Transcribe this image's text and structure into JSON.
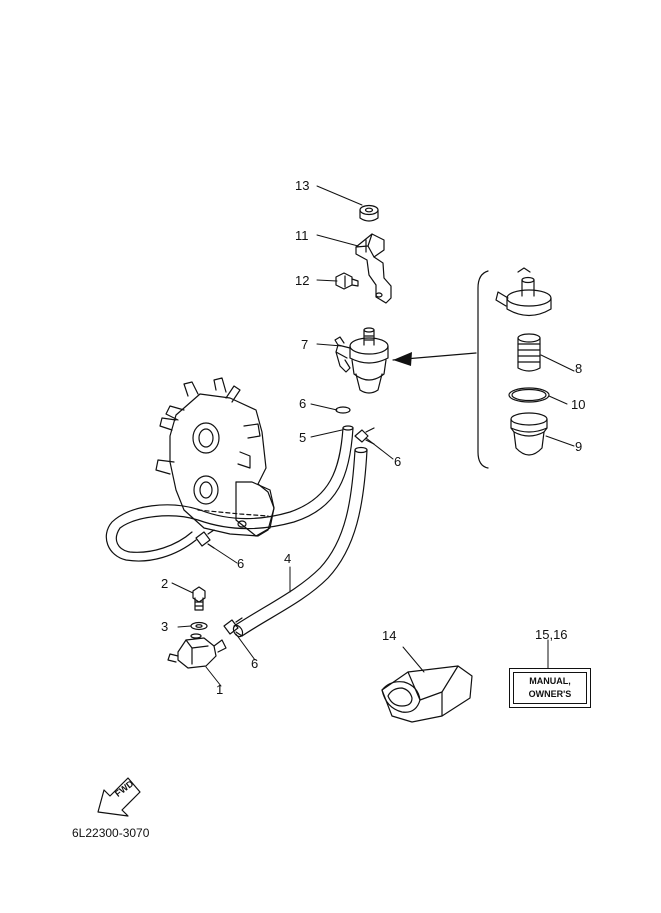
{
  "callouts": {
    "c1": "1",
    "c2": "2",
    "c3": "3",
    "c4": "4",
    "c5": "5",
    "c6a": "6",
    "c6b": "6",
    "c6c": "6",
    "c6d": "6",
    "c7": "7",
    "c8": "8",
    "c9": "9",
    "c10": "10",
    "c11": "11",
    "c12": "12",
    "c13": "13",
    "c14": "14",
    "c1516": "15,16"
  },
  "manual_label": {
    "line1": "MANUAL,",
    "line2": "OWNER'S"
  },
  "fwd_label": "FWD",
  "part_code": "6L22300-3070",
  "colors": {
    "ink": "#111111",
    "background": "#ffffff"
  }
}
